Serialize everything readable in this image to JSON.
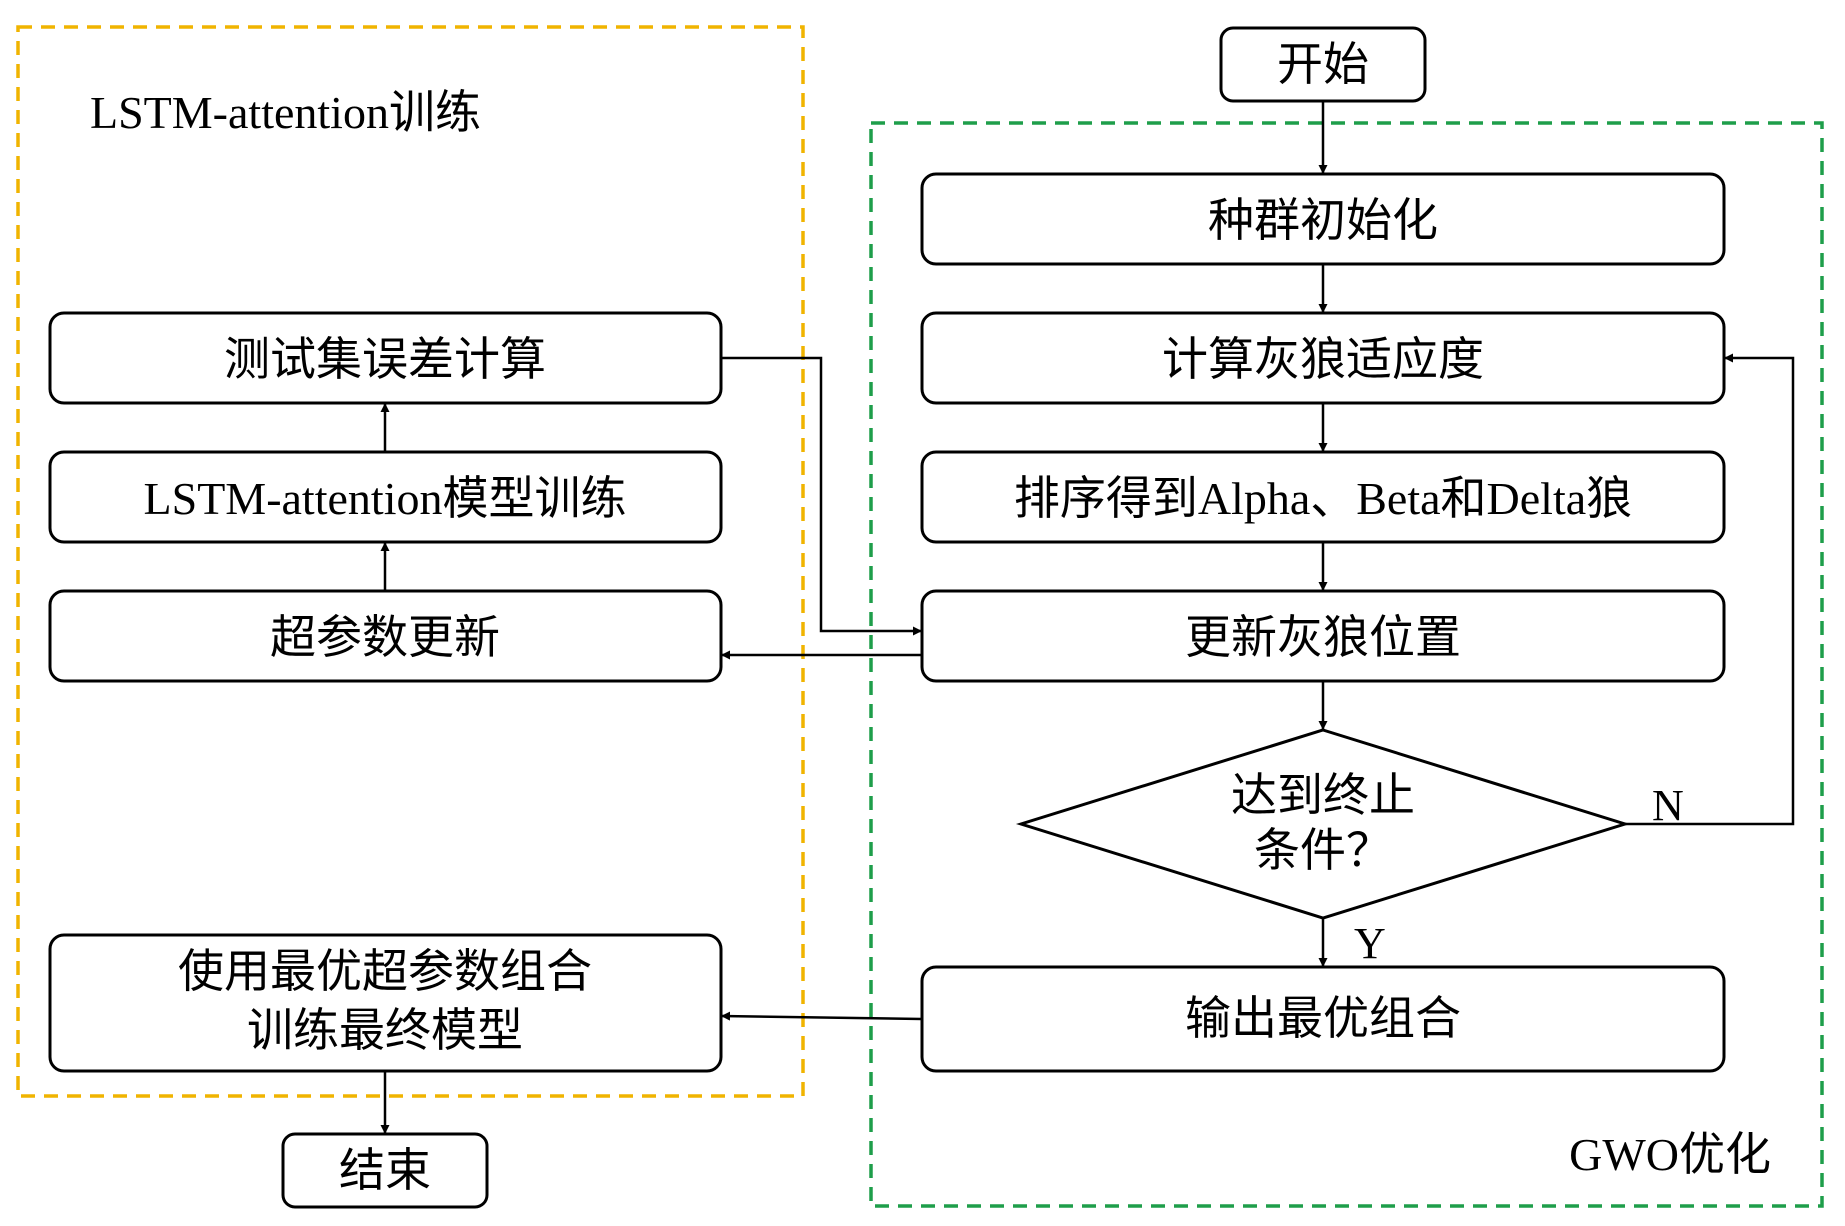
{
  "regions": {
    "training": {
      "label": "LSTM-attention训练",
      "color": "#f0b400"
    },
    "optimization": {
      "label": "GWO优化",
      "color": "#1e9e4a"
    }
  },
  "nodes": {
    "start": "开始",
    "init": "种群初始化",
    "fitness": "计算灰狼适应度",
    "sort": "排序得到Alpha、Beta和Delta狼",
    "update_pos": "更新灰狼位置",
    "condition": [
      "达到终止",
      "条件？"
    ],
    "output": "输出最优组合",
    "test_error": "测试集误差计算",
    "model_train": "LSTM-attention模型训练",
    "hyper_update": "超参数更新",
    "final_train": [
      "使用最优超参数组合",
      "训练最终模型"
    ],
    "end": "结束"
  },
  "branches": {
    "no": "N",
    "yes": "Y"
  }
}
